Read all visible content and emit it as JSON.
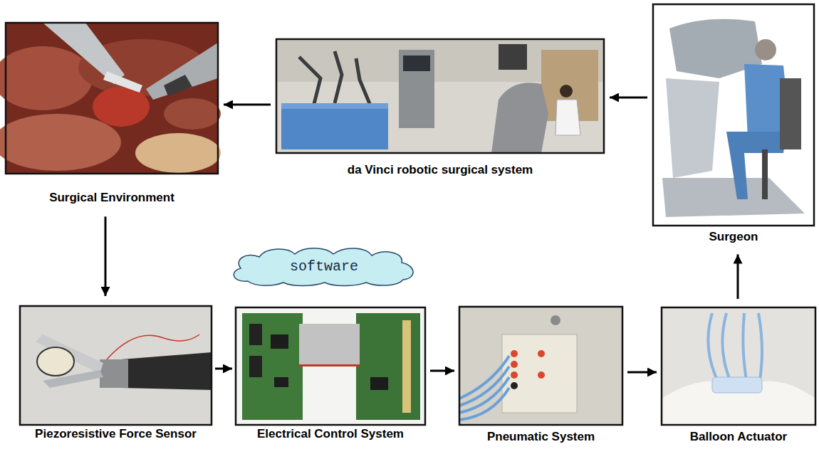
{
  "diagram": {
    "nodes": [
      {
        "text": [
          "Surgical Environment"
        ]
      },
      {
        "text": [
          "da Vinci robotic surgical system"
        ]
      },
      {
        "text": [
          "Surgeon"
        ]
      },
      {
        "text": [
          "Piezoresistive Force Sensor"
        ]
      },
      {
        "text": [
          "software"
        ]
      },
      {
        "text": [
          "Electrical Control System"
        ]
      },
      {
        "text": [
          "Pneumatic System"
        ]
      },
      {
        "text": [
          "Balloon Actuator"
        ]
      }
    ],
    "edges": [
      {
        "from": 2,
        "to": 1,
        "arrow": "to"
      },
      {
        "from": 1,
        "to": 0,
        "arrow": "to"
      },
      {
        "from": 0,
        "to": 3,
        "arrow": "to"
      },
      {
        "from": 3,
        "to": 5,
        "arrow": "to"
      },
      {
        "from": 5,
        "to": 6,
        "arrow": "to"
      },
      {
        "from": 6,
        "to": 7,
        "arrow": "to"
      },
      {
        "from": 7,
        "to": 2,
        "arrow": "to"
      }
    ]
  }
}
